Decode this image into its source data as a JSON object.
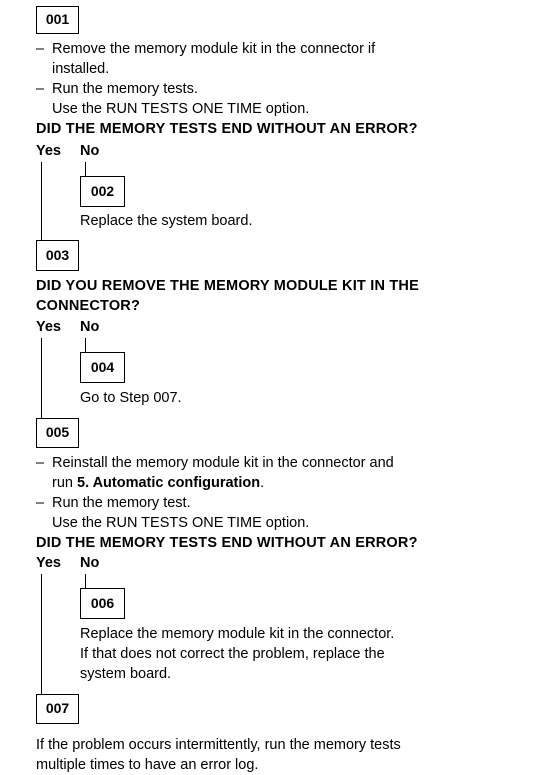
{
  "steps": {
    "s001": "001",
    "s002": "002",
    "s003": "003",
    "s004": "004",
    "s005": "005",
    "s006": "006",
    "s007": "007"
  },
  "block1": {
    "bullet1_line1": "Remove the memory module kit in the connector if",
    "bullet1_line2": "installed.",
    "bullet2_line1": "Run the memory tests.",
    "bullet2_line2": "Use the RUN TESTS ONE TIME option.",
    "question": "DID THE MEMORY TESTS END WITHOUT AN ERROR?"
  },
  "yes_label": "Yes",
  "no_label": "No",
  "dash": "–",
  "action002": "Replace the system board.",
  "block3": {
    "question_line1": "DID YOU REMOVE THE MEMORY MODULE KIT IN THE",
    "question_line2": "CONNECTOR?"
  },
  "action004": "Go to Step 007.",
  "block5": {
    "bullet1_line1": "Reinstall the memory module kit in the connector and",
    "bullet1_line2_prefix": "run ",
    "bullet1_line2_bold": "5. Automatic configuration",
    "bullet1_line2_suffix": ".",
    "bullet2_line1": "Run the memory test.",
    "bullet2_line2": "Use the RUN TESTS ONE TIME option.",
    "question": "DID THE MEMORY TESTS END WITHOUT AN ERROR?"
  },
  "action006": {
    "line1": "Replace the memory module kit in the connector.",
    "line2": "If that does not correct the problem, replace the",
    "line3": "system board."
  },
  "action007": {
    "line1": "If the problem occurs intermittently, run the memory tests",
    "line2": "multiple times to have an error log."
  }
}
